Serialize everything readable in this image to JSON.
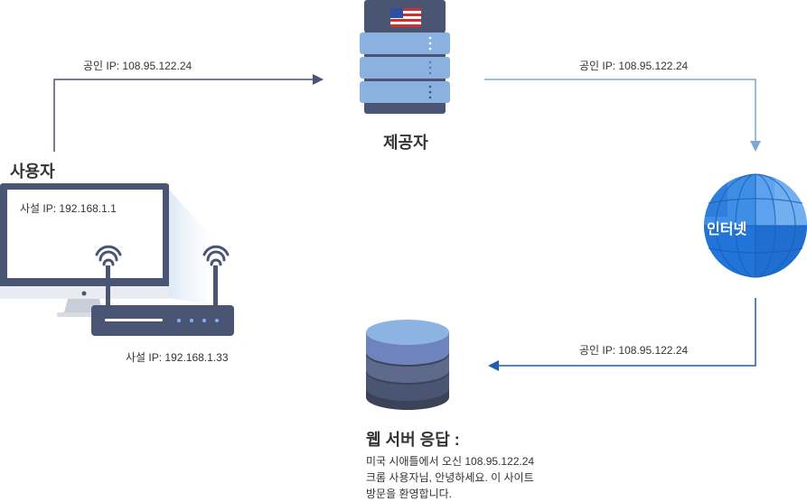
{
  "user": {
    "title": "사용자",
    "private_ip_label": "사설 IP: 192.168.1.1",
    "public_ip_label": "공인 IP: 108.95.122.24"
  },
  "router": {
    "private_ip_label": "사설 IP: 192.168.1.33"
  },
  "provider": {
    "title": "제공자",
    "flag_icon": "us-flag-icon",
    "public_ip_label": "공인 IP: 108.95.122.24"
  },
  "internet": {
    "title": "인터넷",
    "public_ip_label": "공인 IP: 108.95.122.24"
  },
  "web_server": {
    "title": "웹 서버 응답 :",
    "lines": [
      "미국 시애틀에서 오신 108.95.122.24",
      "크롬 사용자님, 안녕하세요. 이 사이트",
      "방문을 환영합니다."
    ]
  },
  "colors": {
    "arrow_dark": "#4a5573",
    "arrow_light": "#7aa7d6",
    "arrow_blue": "#1f5fae",
    "globe": "#2b7de0"
  }
}
